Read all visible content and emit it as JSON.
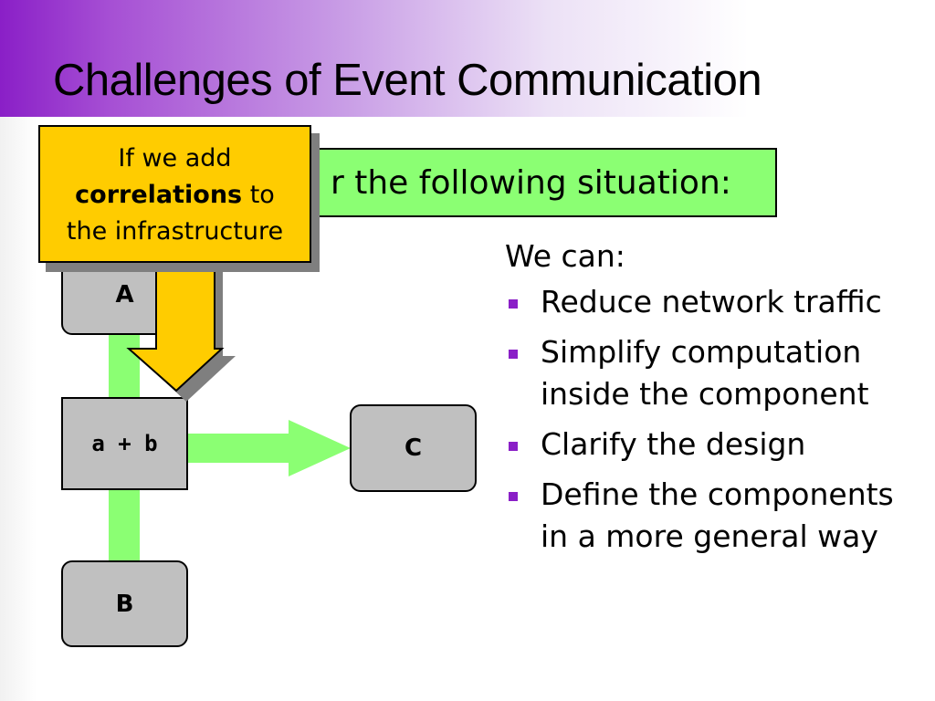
{
  "slide": {
    "title": "Challenges of Event Communication",
    "banner_text": "r the following situation:",
    "callout": {
      "line1": "If we add",
      "bold": "correlations",
      "after_bold": " to",
      "line3": "the infrastructure"
    },
    "nodes": {
      "a": "A",
      "ab": "a + b",
      "b": "B",
      "c": "C"
    },
    "benefits": {
      "intro": "We can:",
      "items": [
        "Reduce network traffic",
        "Simplify computation inside the component",
        "Clarify the design",
        "Define the components in a more general way"
      ]
    }
  },
  "colors": {
    "accent_purple": "#8a1fc7",
    "green": "#8bff73",
    "callout_yellow": "#ffcc00",
    "node_gray": "#c0c0c0"
  }
}
